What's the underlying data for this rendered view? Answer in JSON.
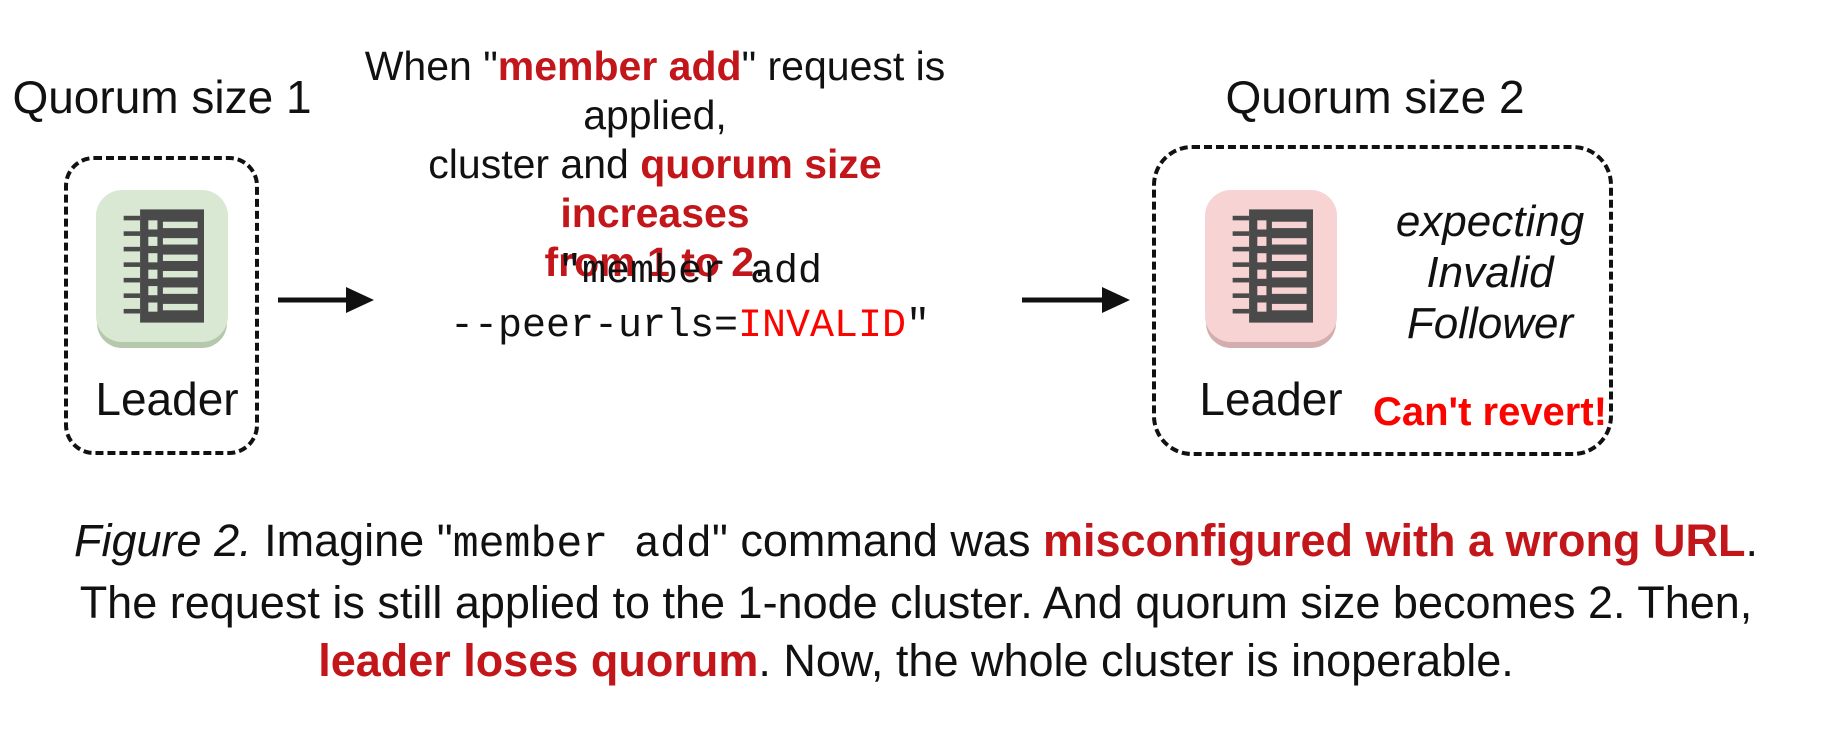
{
  "colors": {
    "crimson": "#c3161b",
    "bright_red": "#fb0400",
    "icon_dark": "#4a4a4a",
    "green_fill": "#d9e8d3",
    "green_shadow": "#b5c8ac",
    "pink_fill": "#f7d3d4",
    "pink_shadow": "#d2aeaf"
  },
  "left_group": {
    "title": "Quorum size 1",
    "node_label": "Leader"
  },
  "heading": {
    "line1_pre": "When \"",
    "line1_red": "member add",
    "line1_post": "\" request is applied,",
    "line2_pre": "cluster and ",
    "line2_red": "quorum size increases",
    "line3_red": "from 1 to 2",
    "line3_post": "."
  },
  "command": {
    "line1": "\"member add",
    "line2_pre": "--peer-urls=",
    "line2_red": "INVALID",
    "line2_post": "\""
  },
  "right_group": {
    "title": "Quorum size 2",
    "node_label": "Leader",
    "expecting_lines": [
      "expecting",
      "Invalid",
      "Follower"
    ],
    "warning": "Can't revert!"
  },
  "caption": {
    "fig_label": "Figure 2.",
    "line1_a": " Imagine \"",
    "line1_code": "member add",
    "line1_b": "\" command was ",
    "line1_red": "misconfigured with a wrong URL",
    "line1_c": ".",
    "line2": "The request is still applied to the 1-node cluster. And quorum size becomes 2. Then,",
    "line3_red": "leader loses quorum",
    "line3_a": ". Now, the whole cluster is inoperable."
  }
}
